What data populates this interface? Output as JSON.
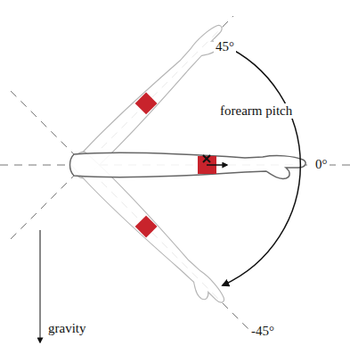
{
  "diagram": {
    "labels": [
      "45°",
      "forearm pitch",
      "0°",
      "gravity",
      "-45°"
    ]
  }
}
